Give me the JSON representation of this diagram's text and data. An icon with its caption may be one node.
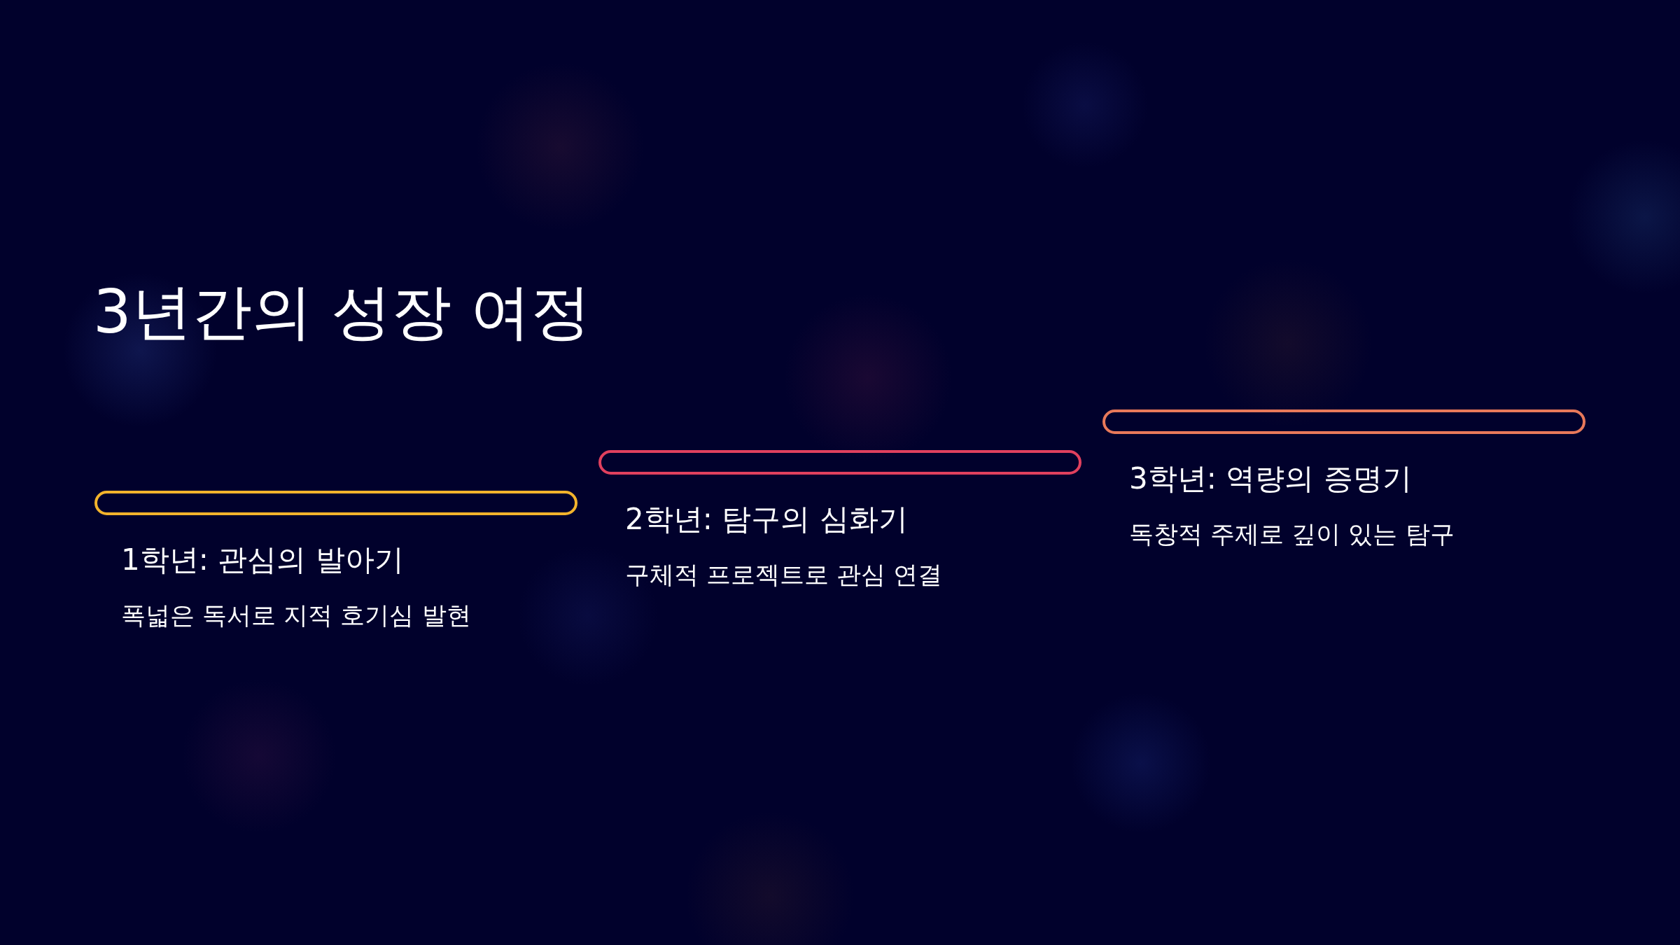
{
  "diagram": {
    "title": "3년간의 성장 여정",
    "nodes": [
      {
        "text": [
          "1학년: 관심의 발아기",
          "폭넓은 독서로 지적 호기심 발현"
        ]
      },
      {
        "text": [
          "2학년: 탐구의 심화기",
          "구체적 프로젝트로 관심 연결"
        ]
      },
      {
        "text": [
          "3학년: 역량의 증명기",
          "독창적 주제로 깊이 있는 탐구"
        ]
      }
    ]
  }
}
